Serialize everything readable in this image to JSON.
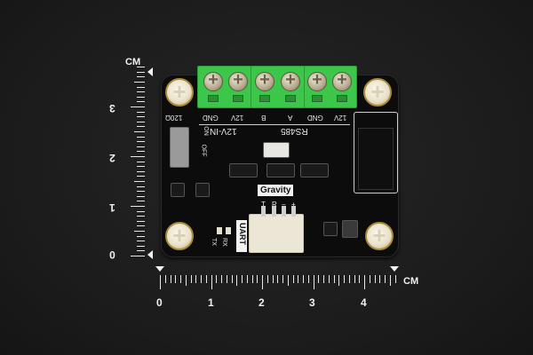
{
  "image": {
    "subject": "Gravity RS485 to UART signal converter module on a black background with centimeter rulers",
    "board_labels": {
      "terminals_top": [
        "GND",
        "12V",
        "B",
        "A",
        "GND",
        "12V"
      ],
      "group_12v_in": "12V-IN",
      "group_rs485": "RS485",
      "resistor_label": "120Ω",
      "switch_on": "ON",
      "switch_off": "OFF",
      "brand": "Gravity",
      "connector_pins": [
        "T",
        "R",
        "−",
        "+"
      ],
      "uart_label": "UART",
      "led_tx": "TX",
      "led_rx": "RX"
    },
    "ruler_vertical": {
      "unit": "CM",
      "labels": [
        "0",
        "1",
        "2",
        "3"
      ]
    },
    "ruler_horizontal": {
      "unit": "CM",
      "labels": [
        "0",
        "1",
        "2",
        "3",
        "4"
      ]
    },
    "colors": {
      "background": "#1c1c1c",
      "pcb": "#0c0c0c",
      "terminal_block": "#3cc64a",
      "silkscreen": "#e8e8e8",
      "mount_screw": "#efe7d2"
    }
  }
}
